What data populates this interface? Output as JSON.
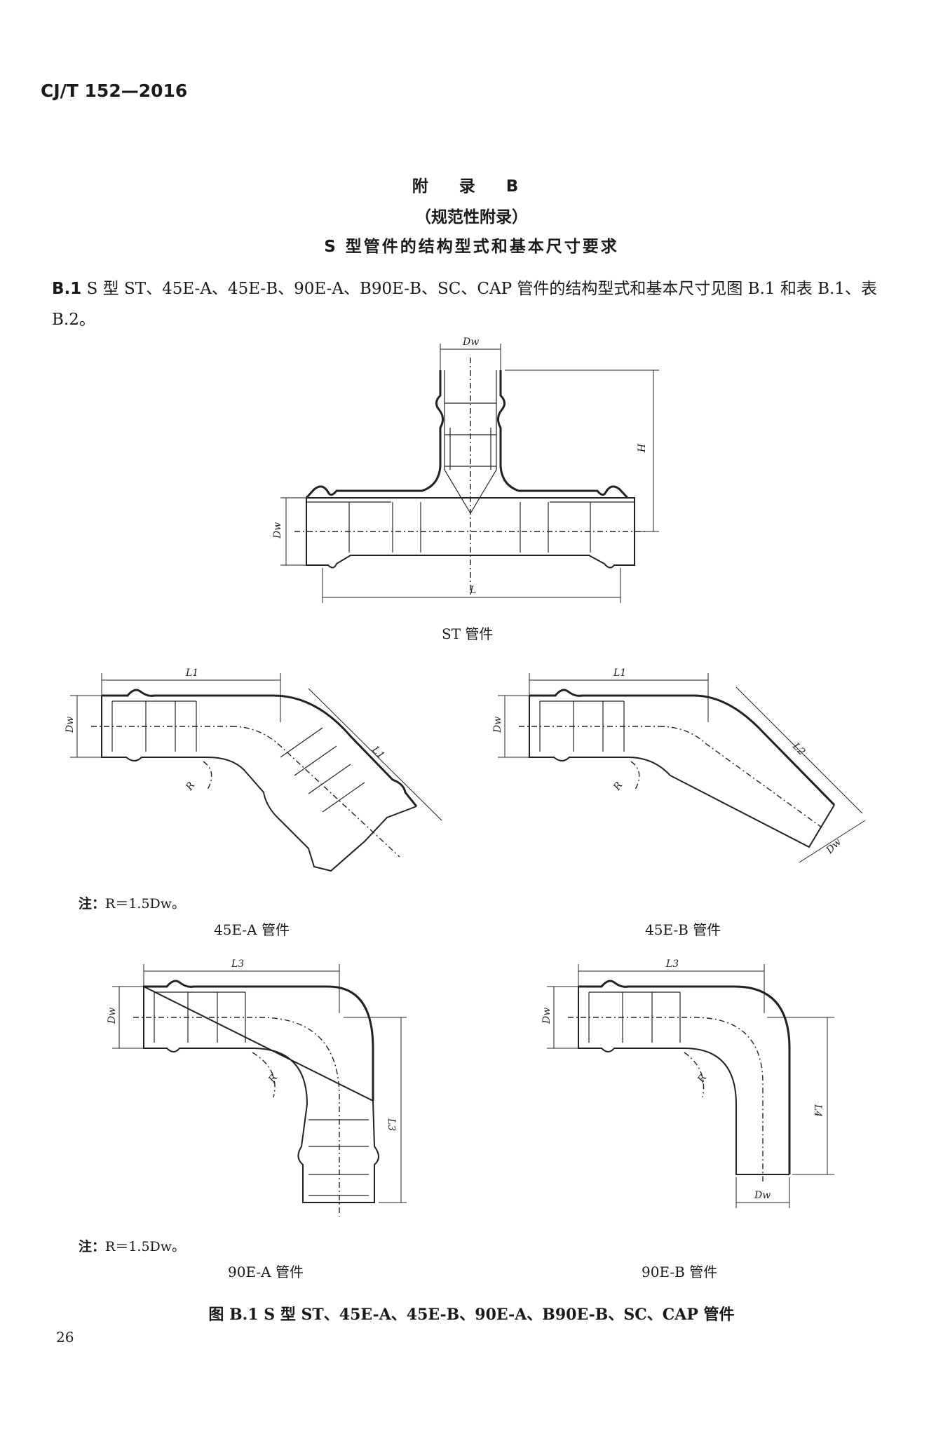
{
  "header": {
    "doc_code": "CJ/T 152—2016"
  },
  "appendix": {
    "title": "附 录 B",
    "nature": "（规范性附录）",
    "subject": "S 型管件的结构型式和基本尺寸要求"
  },
  "clause": {
    "number": "B.1",
    "text": "S 型 ST、45E-A、45E-B、90E-A、B90E-B、SC、CAP 管件的结构型式和基本尺寸见图 B.1 和表 B.1、表 B.2。"
  },
  "figures": {
    "st": {
      "caption": "ST 管件",
      "labels": {
        "dw_top": "Dw",
        "dw_side": "Dw",
        "h": "H",
        "l": "L"
      }
    },
    "e45a": {
      "caption": "45E-A 管件",
      "labels": {
        "dw": "Dw",
        "l1a": "L1",
        "l1b": "L1",
        "r": "R"
      }
    },
    "e45b": {
      "caption": "45E-B 管件",
      "labels": {
        "dw": "Dw",
        "l1": "L1",
        "l2": "L2",
        "r": "R",
        "dw_end": "Dw"
      }
    },
    "e90a": {
      "caption": "90E-A 管件",
      "labels": {
        "dw": "Dw",
        "l3a": "L3",
        "l3b": "L3",
        "r": "R"
      }
    },
    "e90b": {
      "caption": "90E-B 管件",
      "labels": {
        "dw": "Dw",
        "l3": "L3",
        "l4": "L4",
        "r": "R",
        "dw_end": "Dw"
      }
    }
  },
  "notes": {
    "note1_label": "注：",
    "note1_text": "R＝1.5Dw。",
    "note2_label": "注：",
    "note2_text": "R＝1.5Dw。"
  },
  "figure_caption": "图 B.1  S 型   ST、45E-A、45E-B、90E-A、B90E-B、SC、CAP 管件",
  "page_number": "26"
}
